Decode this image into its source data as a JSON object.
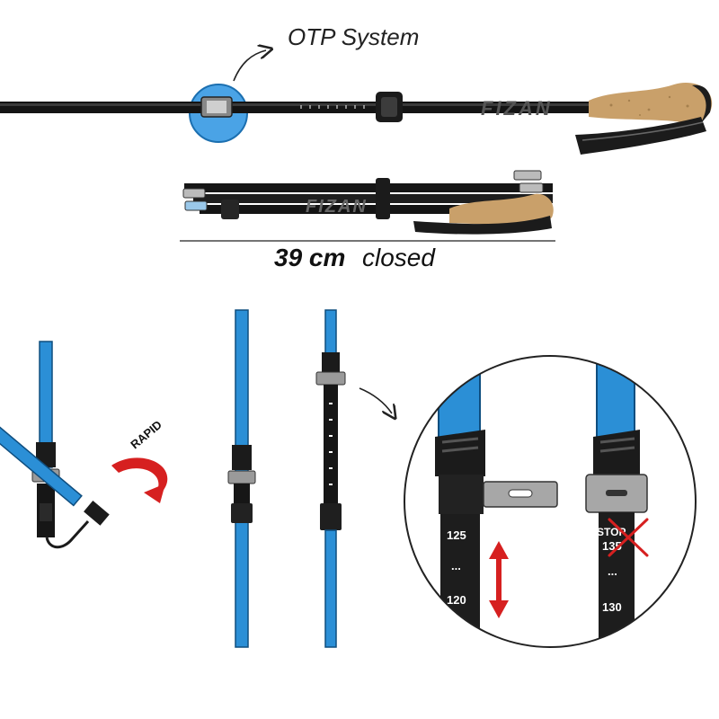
{
  "labels": {
    "otp_system": "OTP System",
    "closed_length": "39 cm",
    "closed_word": "closed",
    "brand": "FIZAN",
    "rapid": "RAPID",
    "scale_top_left": "125",
    "scale_bottom_left": "120",
    "scale_dots": "...",
    "stop": "STOP",
    "scale_mid_right": "135",
    "scale_bottom_right": "130"
  },
  "colors": {
    "pole_blue": "#2b8fd6",
    "dark": "#1a1a1a",
    "cork": "#c9a06a",
    "arrow_red": "#d62020"
  }
}
